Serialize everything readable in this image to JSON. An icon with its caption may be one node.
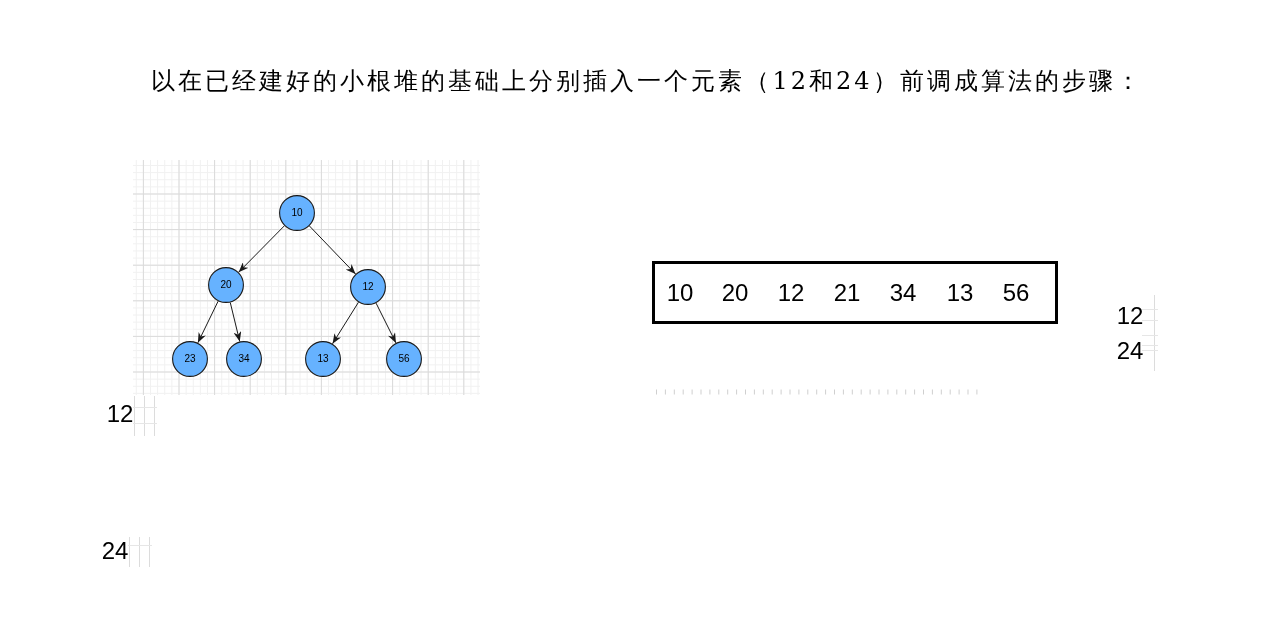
{
  "diagram": {
    "title": "以在已经建好的小根堆的基础上分别插入一个元素（12和24）前调成算法的步骤：",
    "nodes": [
      {
        "text": [
          "10"
        ]
      },
      {
        "text": [
          "20"
        ]
      },
      {
        "text": [
          "12"
        ]
      },
      {
        "text": [
          "23"
        ]
      },
      {
        "text": [
          "34"
        ]
      },
      {
        "text": [
          "13"
        ]
      },
      {
        "text": [
          "56"
        ]
      },
      {
        "text": [
          "10",
          "20",
          "12",
          "21",
          "34",
          "13",
          "56"
        ]
      }
    ],
    "edges": [
      {
        "from": 0,
        "to": 1,
        "arrow": "to"
      },
      {
        "from": 0,
        "to": 2,
        "arrow": "to"
      },
      {
        "from": 1,
        "to": 3,
        "arrow": "to"
      },
      {
        "from": 1,
        "to": 4,
        "arrow": "to"
      },
      {
        "from": 2,
        "to": 5,
        "arrow": "to"
      },
      {
        "from": 2,
        "to": 6,
        "arrow": "to"
      }
    ],
    "labels": [
      "12",
      "24",
      "12",
      "24"
    ]
  }
}
